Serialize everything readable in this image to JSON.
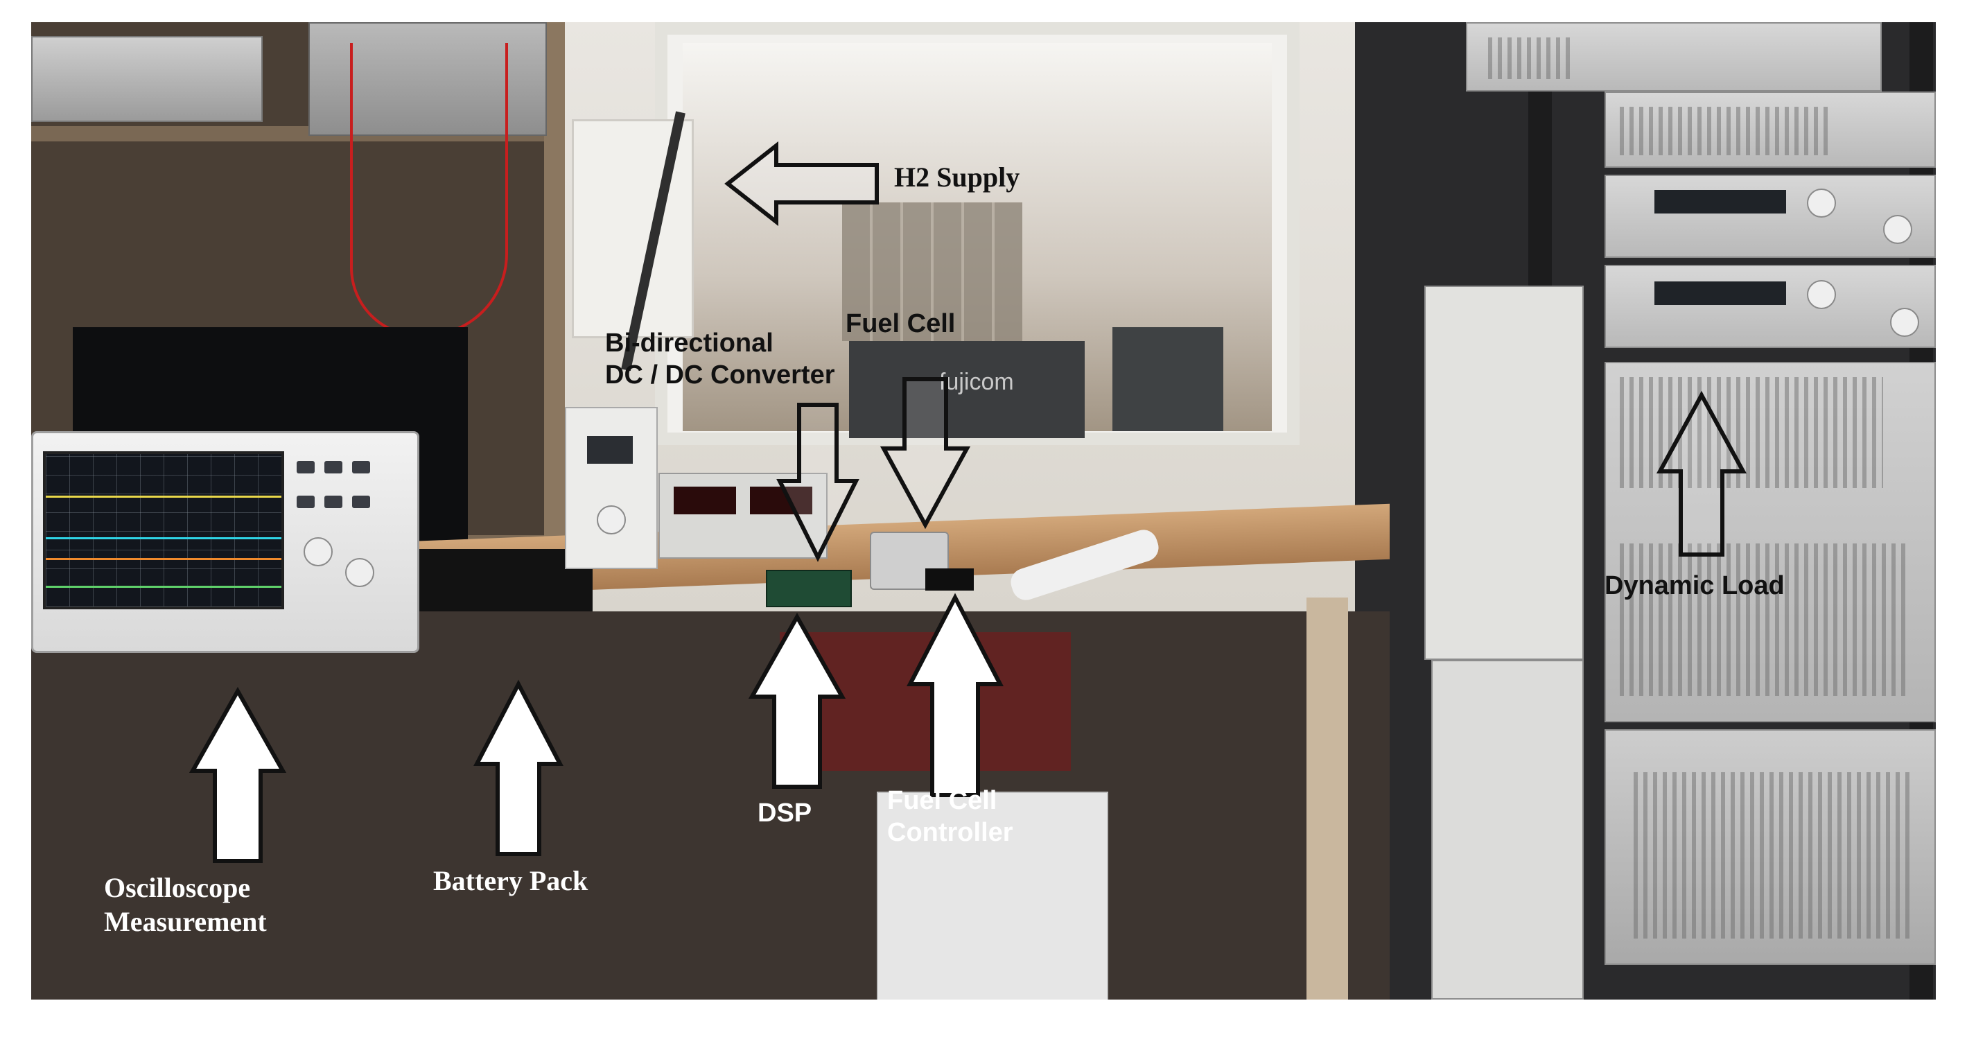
{
  "figure": {
    "description_free": true
  },
  "labels": {
    "h2_supply": "H2 Supply",
    "fuel_cell": "Fuel Cell",
    "converter": "Bi-directional\nDC / DC Converter",
    "dynamic_load": "Dynamic Load",
    "oscilloscope": "Oscilloscope\nMeasurement",
    "battery_pack": "Battery  Pack",
    "dsp": "DSP",
    "fuel_cell_controller": "Fuel Cell\nController"
  },
  "background_text": {
    "window_logo": "fujicom"
  },
  "colors": {
    "arrow_outline": "#111111",
    "arrow_fill_light": "#ffffff",
    "label_dark": "#111111",
    "label_light": "#ffffff"
  }
}
